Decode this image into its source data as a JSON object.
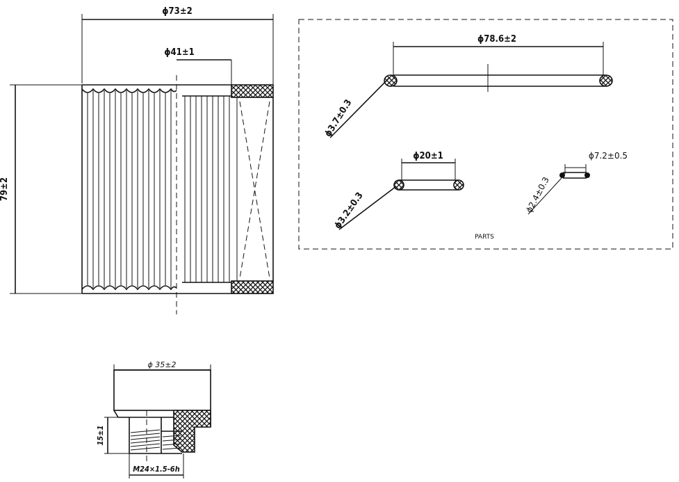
{
  "filter_element": {
    "outer_diameter": "ϕ73±2",
    "inner_diameter": "ϕ41±1",
    "height": "79±2"
  },
  "parts": {
    "label": "PARTS",
    "oring_large": {
      "diameter": "ϕ78.6±2",
      "section": "ϕ3.7±0.3"
    },
    "oring_medium": {
      "diameter": "ϕ20±1",
      "section": "ϕ3.2±0.3"
    },
    "oring_small": {
      "diameter": "ϕ7.2±0.5",
      "section": "ϕ2.4±0.3"
    }
  },
  "end_cap": {
    "diameter": "ϕ 35±2",
    "thread_length": "15±1",
    "thread": "M24×1.5-6h"
  }
}
